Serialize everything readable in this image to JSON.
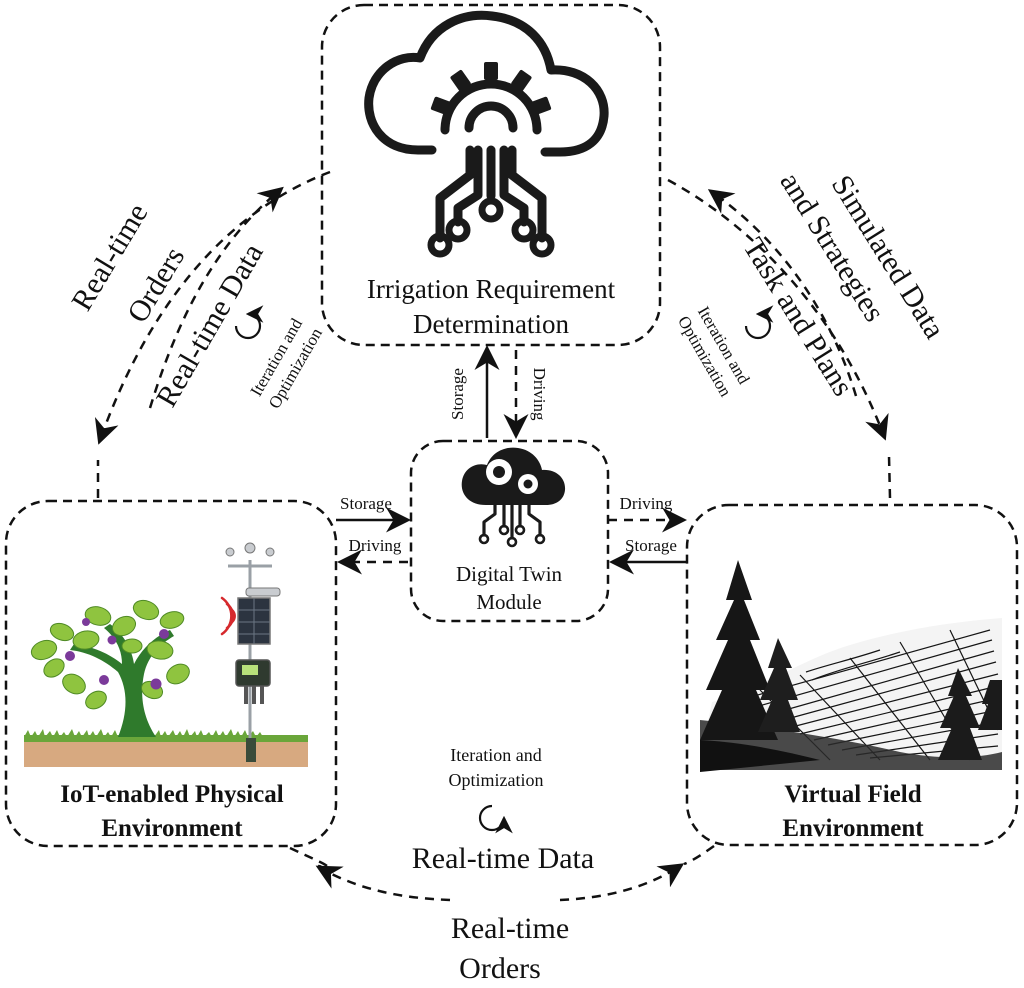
{
  "boxes": {
    "irrigation": {
      "label_line1": "Irrigation Requirement",
      "label_line2": "Determination"
    },
    "digital_twin": {
      "label_line1": "Digital Twin",
      "label_line2": "Module"
    },
    "physical": {
      "label_line1": "IoT-enabled Physical",
      "label_line2": "Environment"
    },
    "virtual": {
      "label_line1": "Virtual Field",
      "label_line2": "Environment"
    }
  },
  "edges": {
    "left_outer_line1": "Real-time",
    "left_outer_line2": "Orders",
    "left_inner": "Real-time Data",
    "left_cycle_line1": "Iteration and",
    "left_cycle_line2": "Optimization",
    "right_outer_line1": "Simulated Data",
    "right_outer_line2": "and Strategies",
    "right_inner_line1": "Task and Plans",
    "right_cycle_line1": "Iteration and",
    "right_cycle_line2": "Optimization",
    "top_storage": "Storage",
    "top_driving": "Driving",
    "left_storage": "Storage",
    "left_driving": "Driving",
    "right_driving": "Driving",
    "right_storage": "Storage",
    "bottom_cycle_line1": "Iteration and",
    "bottom_cycle_line2": "Optimization",
    "bottom_inner": "Real-time Data",
    "bottom_outer_line1": "Real-time",
    "bottom_outer_line2": "Orders"
  },
  "icons": {
    "irrigation": "cloud-gear-circuit-icon",
    "digital_twin": "cloud-gears-circuit-icon",
    "physical": "tree-and-weather-station-illustration",
    "virtual": "sketched-field-landscape-illustration"
  }
}
